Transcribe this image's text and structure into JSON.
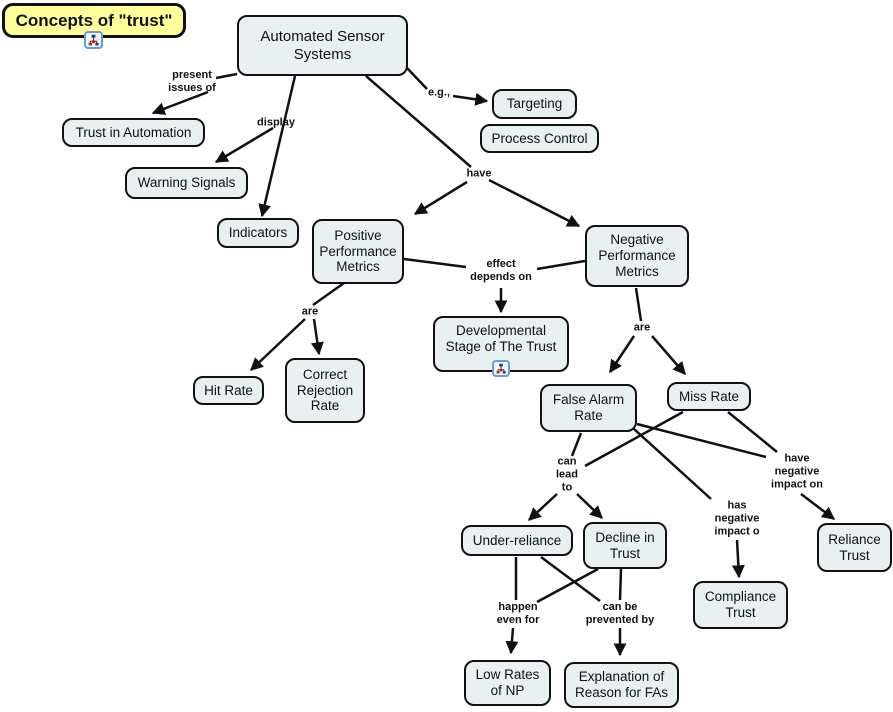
{
  "title": {
    "text": "Concepts of \"trust\"",
    "icon": "concept-map-icon"
  },
  "colors": {
    "title_fill": "#ffff9c",
    "node_fill": "#e9f0f1",
    "node_border": "#111111",
    "line": "#111111",
    "icon_border": "#6b9bd2"
  },
  "nodes": {
    "ass": {
      "label": "Automated Sensor Systems"
    },
    "targeting": {
      "label": "Targeting"
    },
    "process_control": {
      "label": "Process Control"
    },
    "trust_in_automation": {
      "label": "Trust in Automation"
    },
    "warning_signals": {
      "label": "Warning Signals"
    },
    "indicators": {
      "label": "Indicators"
    },
    "ppm": {
      "label": "Positive Performance Metrics"
    },
    "npm": {
      "label": "Negative Performance Metrics"
    },
    "dst": {
      "label": "Developmental Stage of The Trust",
      "icon": "concept-map-icon"
    },
    "hit_rate": {
      "label": "Hit Rate"
    },
    "crr": {
      "label": "Correct Rejection Rate"
    },
    "far": {
      "label": "False Alarm Rate"
    },
    "miss_rate": {
      "label": "Miss Rate"
    },
    "under_reliance": {
      "label": "Under-reliance"
    },
    "decline": {
      "label": "Decline in Trust"
    },
    "compliance": {
      "label": "Compliance Trust"
    },
    "reliance": {
      "label": "Reliance Trust"
    },
    "low_rates": {
      "label": "Low Rates of NP"
    },
    "explanation": {
      "label": "Explanation of Reason for FAs"
    }
  },
  "edge_labels": {
    "present": "present\nissues of",
    "display": "display",
    "eg": "e.g.,",
    "have": "have",
    "effect": "effect\ndepends on",
    "are_left": "are",
    "are_right": "are",
    "can_lead": "can\nlead\nto",
    "have_neg": "have\nnegative\nimpact on",
    "has_neg": "has\nnegative\nimpact o",
    "happen": "happen\neven for",
    "prevented": "can be\nprevented by"
  },
  "edges": [
    {
      "from": "Automated Sensor Systems",
      "label": "present issues of",
      "to": "Trust in Automation"
    },
    {
      "from": "Automated Sensor Systems",
      "label": "display",
      "to": "Warning Signals"
    },
    {
      "from": "Automated Sensor Systems",
      "label": "display",
      "to": "Indicators"
    },
    {
      "from": "Automated Sensor Systems",
      "label": "e.g.,",
      "to": "Targeting"
    },
    {
      "from": "Automated Sensor Systems",
      "label": "have",
      "to": "Positive Performance Metrics"
    },
    {
      "from": "Automated Sensor Systems",
      "label": "have",
      "to": "Negative Performance Metrics"
    },
    {
      "from": "Positive Performance Metrics",
      "label": "effect depends on",
      "to": "Developmental Stage of The Trust"
    },
    {
      "from": "Negative Performance Metrics",
      "label": "effect depends on",
      "to": "Developmental Stage of The Trust"
    },
    {
      "from": "Positive Performance Metrics",
      "label": "are",
      "to": "Hit Rate"
    },
    {
      "from": "Positive Performance Metrics",
      "label": "are",
      "to": "Correct Rejection Rate"
    },
    {
      "from": "Negative Performance Metrics",
      "label": "are",
      "to": "False Alarm Rate"
    },
    {
      "from": "Negative Performance Metrics",
      "label": "are",
      "to": "Miss Rate"
    },
    {
      "from": "False Alarm Rate",
      "label": "can lead to",
      "to": "Under-reliance"
    },
    {
      "from": "False Alarm Rate",
      "label": "can lead to",
      "to": "Decline in Trust"
    },
    {
      "from": "Miss Rate",
      "label": "can lead to",
      "to": "Under-reliance"
    },
    {
      "from": "Miss Rate",
      "label": "can lead to",
      "to": "Decline in Trust"
    },
    {
      "from": "False Alarm Rate",
      "label": "have negative impact on",
      "to": "Reliance Trust"
    },
    {
      "from": "Miss Rate",
      "label": "have negative impact on",
      "to": "Reliance Trust"
    },
    {
      "from": "False Alarm Rate",
      "label": "has negative impact o",
      "to": "Compliance Trust"
    },
    {
      "from": "Under-reliance",
      "label": "happen even for",
      "to": "Low Rates of NP"
    },
    {
      "from": "Decline in Trust",
      "label": "happen even for",
      "to": "Low Rates of NP"
    },
    {
      "from": "Under-reliance",
      "label": "can be prevented by",
      "to": "Explanation of Reason for FAs"
    },
    {
      "from": "Decline in Trust",
      "label": "can be prevented by",
      "to": "Explanation of Reason for FAs"
    }
  ]
}
